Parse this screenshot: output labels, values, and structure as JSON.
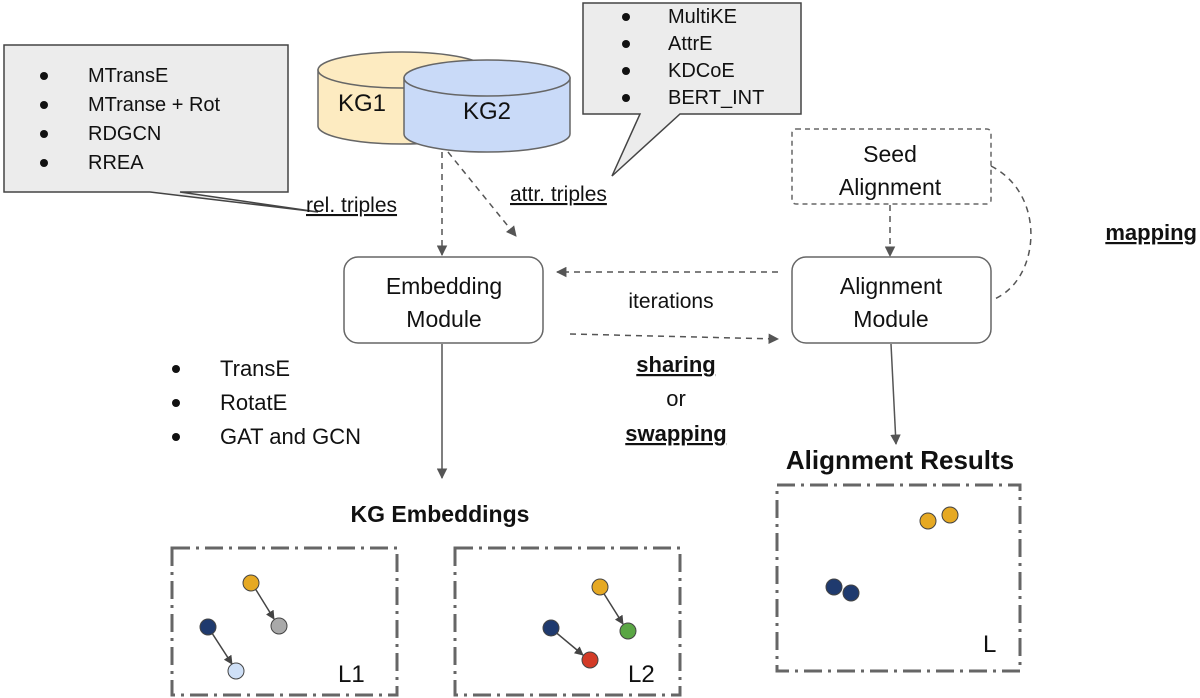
{
  "callouts": {
    "relation_methods": {
      "items": [
        "MTransE",
        "MTranse + Rot",
        "RDGCN",
        "RREA"
      ]
    },
    "attribute_methods": {
      "items": [
        "MultiKE",
        "AttrE",
        "KDCoE",
        "BERT_INT"
      ]
    }
  },
  "knowledge_graphs": {
    "kg1": "KG1",
    "kg2": "KG2"
  },
  "edge_labels": {
    "rel_triples": "rel. triples",
    "attr_triples": "attr. triples",
    "iterations": "iterations",
    "mapping": "mapping",
    "sharing": "sharing",
    "or": "or",
    "swapping": "swapping"
  },
  "modules": {
    "seed": [
      "Seed",
      "Alignment"
    ],
    "embedding": [
      "Embedding",
      "Module"
    ],
    "alignment": [
      "Alignment",
      "Module"
    ]
  },
  "embedding_models": {
    "items": [
      "TransE",
      "RotatE",
      "GAT and GCN"
    ]
  },
  "results": {
    "kg_embeddings_title": "KG Embeddings",
    "alignment_results_title": "Alignment Results",
    "panel_l1": "L1",
    "panel_l2": "L2",
    "panel_l": "L"
  },
  "colors": {
    "kg1_fill": "#fdebc1",
    "kg2_fill": "#c9daf8",
    "callout_fill": "#ececec",
    "node_navy": "#1f3a6e",
    "node_gold": "#e6a923",
    "node_gray": "#a9a9a9",
    "node_light_blue": "#cfe0f7",
    "node_red": "#d33b27",
    "node_green": "#5aa644"
  }
}
